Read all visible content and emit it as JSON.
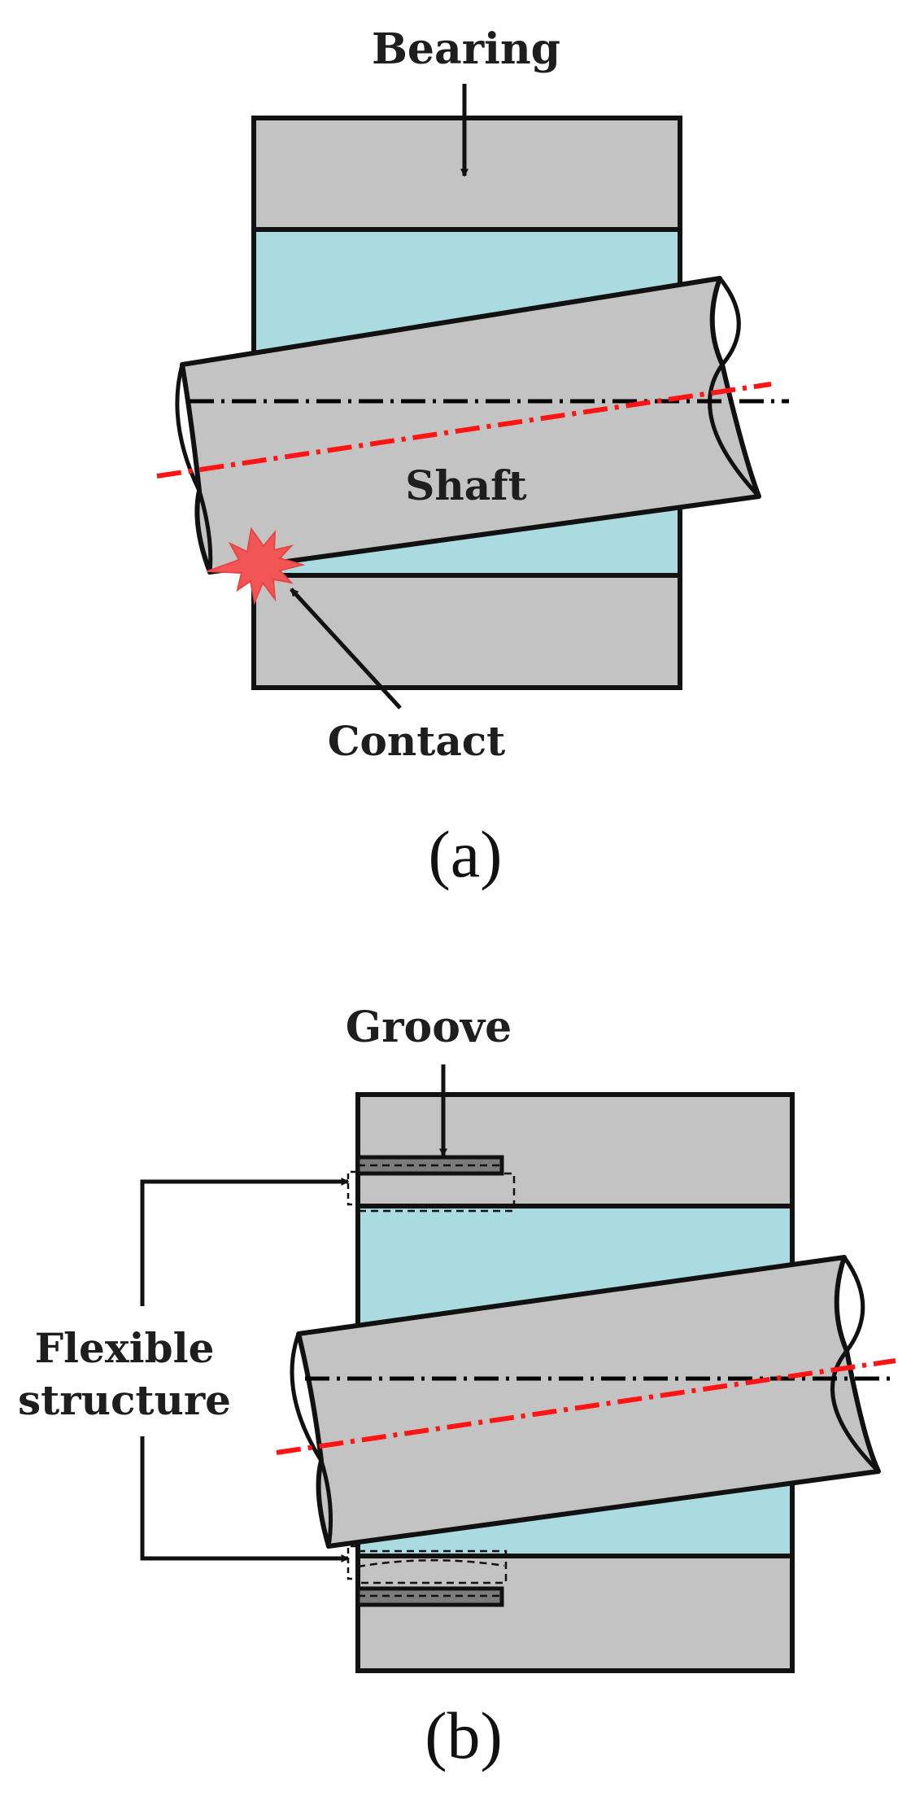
{
  "panel_a": {
    "label_bearing": "Bearing",
    "label_shaft": "Shaft",
    "label_contact": "Contact",
    "caption": "(a)"
  },
  "panel_b": {
    "label_groove": "Groove",
    "label_flexible_line1": "Flexible",
    "label_flexible_line2": "structure",
    "caption": "(b)"
  },
  "colors": {
    "bearing": "#c3c3c3",
    "clearance": "#a9dbe1",
    "shaft": "#c3c3c3",
    "groove": "#7b7b7b",
    "outline": "#111111",
    "shaft_axis": "#ff1414",
    "bearing_axis": "#000000",
    "contact_spark": "#f25555"
  }
}
